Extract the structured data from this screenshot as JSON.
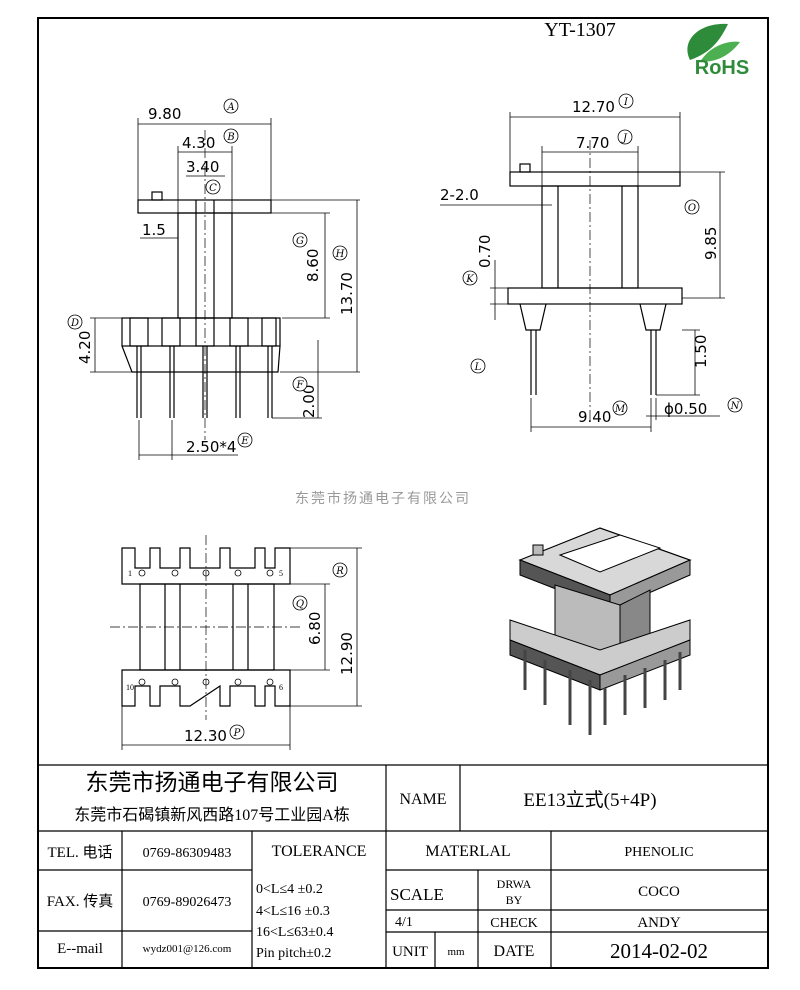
{
  "title": "YT-1307",
  "logo": {
    "text": "RoHS",
    "color": "#2e8b3a"
  },
  "watermark": "东莞市扬通电子有限公司",
  "dims": {
    "a": "9.80",
    "b": "4.30",
    "c": "3.40",
    "w15": "1.5",
    "g": "8.60",
    "h": "13.70",
    "d": "4.20",
    "f": "2.00",
    "e": "2.50*4",
    "i": "12.70",
    "j": "7.70",
    "k22": "2-2.0",
    "o": "9.85",
    "k": "0.70",
    "l": "1.50",
    "m": "9.40",
    "n": "ϕ0.50",
    "q": "6.80",
    "r": "12.90",
    "p": "12.30"
  },
  "labels": [
    "A",
    "B",
    "C",
    "D",
    "E",
    "F",
    "G",
    "H",
    "I",
    "J",
    "K",
    "L",
    "M",
    "N",
    "O",
    "P",
    "Q",
    "R"
  ],
  "pin_numbers": {
    "top_left": "1",
    "top_right": "5",
    "bottom_left": "10",
    "bottom_right": "6"
  },
  "title_block": {
    "company": "东莞市扬通电子有限公司",
    "address": "东莞市石碣镇新风西路107号工业园A栋",
    "name_label": "NAME",
    "name_value": "EE13立式(5+4P)",
    "tel_label": "TEL. 电话",
    "tel": "0769-86309483",
    "fax_label": "FAX. 传真",
    "fax": "0769-89026473",
    "email_label": "E--mail",
    "email": "wydz001@126.com",
    "tolerance_label": "TOLERANCE",
    "tolerances": [
      "0<L≤4   ±0.2",
      "4<L≤16  ±0.3",
      "16<L≤63±0.4",
      "Pin pitch±0.2"
    ],
    "material_label": "MATERLAL",
    "material": "PHENOLIC",
    "scale_label": "SCALE",
    "scale": "4/1",
    "drawn_label_1": "DRWA",
    "drawn_label_2": "BY",
    "drawn_by": "COCO",
    "check_label": "CHECK",
    "checked_by": "ANDY",
    "unit_label": "UNIT",
    "unit": "mm",
    "date_label": "DATE",
    "date": "2014-02-02"
  }
}
